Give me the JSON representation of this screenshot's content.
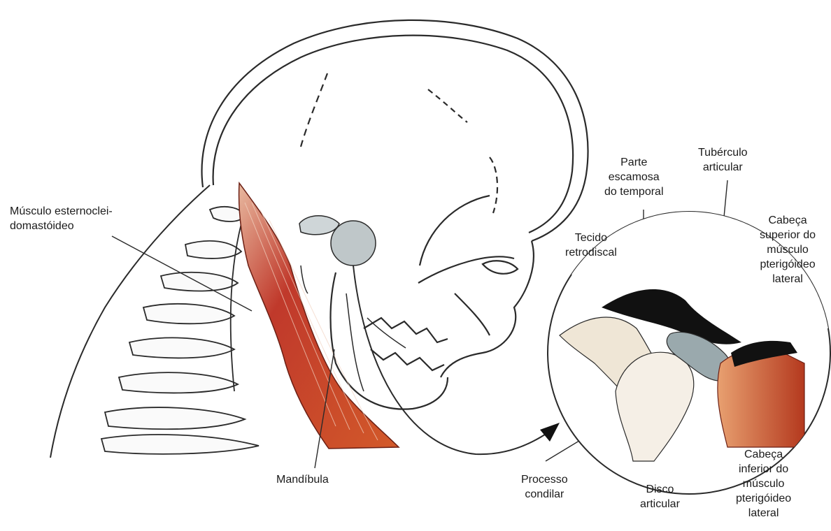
{
  "labels": {
    "musculo_ecm": "Músculo esternoclei-\ndomastóideo",
    "mandibula": "Mandíbula",
    "parte_escamosa": "Parte\nescamosa\ndo temporal",
    "tuberculo": "Tubérculo\narticular",
    "tecido": "Tecido\nretrodiscal",
    "cabeca_superior": "Cabeça\nsuperior do\nmúsculo\npterigóideo\nlateral",
    "processo": "Processo\ncondilar",
    "disco": "Disco\narticular",
    "cabeca_inferior": "Cabeça\ninferior do\nmúsculo\npterigóideo\nlateral"
  },
  "colors": {
    "ink": "#2a2a2a",
    "muscle": "#c0392b",
    "muscle_light": "#e07b4f",
    "bone": "#f3ede4",
    "disc": "#9aa9ad",
    "joint_highlight": "#a9b4b7",
    "dark_cavity": "#111111"
  }
}
